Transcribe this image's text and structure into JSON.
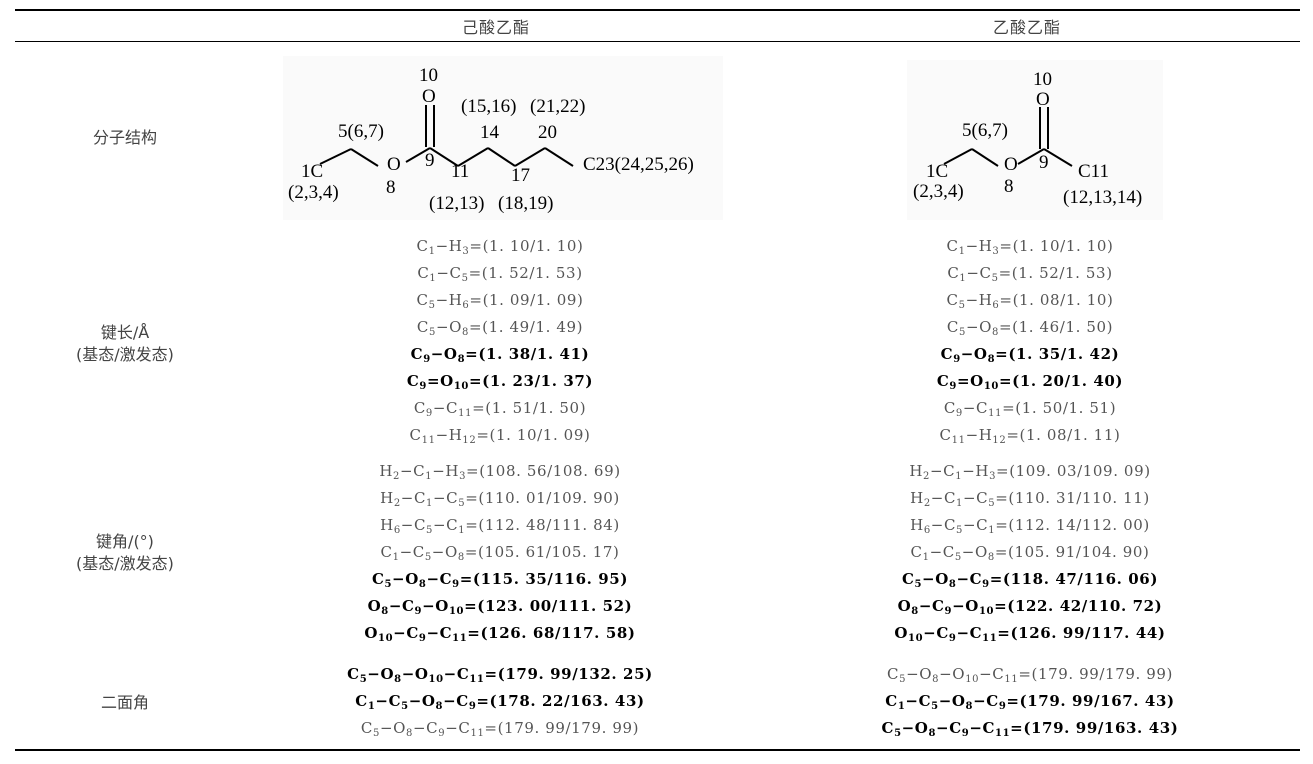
{
  "headers": {
    "col1": "己酸乙酯",
    "col2": "乙酸乙酯"
  },
  "row_labels": {
    "structure": "分子结构",
    "bond_length": "键长/Å",
    "bond_length_sub": "(基态/激发态)",
    "bond_angle": "键角/(°)",
    "bond_angle_sub": "(基态/激发态)",
    "dihedral": "二面角"
  },
  "structure_labels": {
    "ethyl_hexanoate": {
      "o10_num": "10",
      "o10": "O",
      "h15": "(15,16)",
      "h21": "(21,22)",
      "c14": "14",
      "c20": "20",
      "c5": "5(6,7)",
      "c9": "9",
      "c11": "11",
      "c17": "17",
      "c1": "1C",
      "h2": "(2,3,4)",
      "o8": "O",
      "n8": "8",
      "h12": "(12,13)",
      "h18": "(18,19)",
      "c23": "C23(24,25,26)"
    },
    "ethyl_acetate": {
      "o10_num": "10",
      "o10": "O",
      "c5": "5(6,7)",
      "c1": "1C",
      "h2": "(2,3,4)",
      "o8": "O",
      "n8": "8",
      "c9": "9",
      "c11": "C11",
      "h12": "(12,13,14)"
    }
  },
  "bond_lengths": {
    "col1": [
      "(1. 10/1. 10)",
      "(1. 52/1. 53)",
      "(1. 09/1. 09)",
      "(1. 49/1. 49)",
      "(1. 38/1. 41)",
      "(1. 23/1. 37)",
      "(1. 51/1. 50)",
      "(1. 10/1. 09)"
    ],
    "col2": [
      "(1. 10/1. 10)",
      "(1. 52/1. 53)",
      "(1. 08/1. 10)",
      "(1. 46/1. 50)",
      "(1. 35/1. 42)",
      "(1. 20/1. 40)",
      "(1. 50/1. 51)",
      "(1. 08/1. 11)"
    ]
  },
  "bond_angles": {
    "col1": [
      "(108. 56/108. 69)",
      "(110. 01/109. 90)",
      "(112. 48/111. 84)",
      "(105. 61/105. 17)",
      "(115. 35/116. 95)",
      "(123. 00/111. 52)",
      "(126. 68/117. 58)"
    ],
    "col2": [
      "(109. 03/109. 09)",
      "(110. 31/110. 11)",
      "(112. 14/112. 00)",
      "(105. 91/104. 90)",
      "(118. 47/116. 06)",
      "(122. 42/110. 72)",
      "(126. 99/117. 44)"
    ]
  },
  "dihedrals": {
    "col1": [
      "(179. 99/132. 25)",
      "(178. 22/163. 43)",
      "(179. 99/179. 99)"
    ],
    "col2": [
      "(179. 99/179. 99)",
      "(179. 99/167. 43)",
      "(179. 99/163. 43)"
    ]
  }
}
